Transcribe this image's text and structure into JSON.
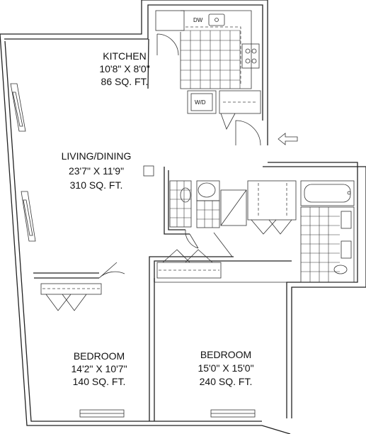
{
  "rooms": {
    "kitchen": {
      "name": "KITCHEN",
      "dims": "10'8\" X 8'0\"",
      "area": "86 SQ. FT."
    },
    "living": {
      "name": "LIVING/DINING",
      "dims": "23'7\" X 11'9\"",
      "area": "310 SQ. FT."
    },
    "bedroom1": {
      "name": "BEDROOM",
      "dims": "14'2\" X 10'7\"",
      "area": "140 SQ. FT."
    },
    "bedroom2": {
      "name": "BEDROOM",
      "dims": "15'0\" X 15'0\"",
      "area": "240 SQ. FT."
    }
  },
  "appliances": {
    "dishwasher": "DW",
    "washer_dryer": "W/D"
  },
  "entry_icon": "arrow-left-icon"
}
